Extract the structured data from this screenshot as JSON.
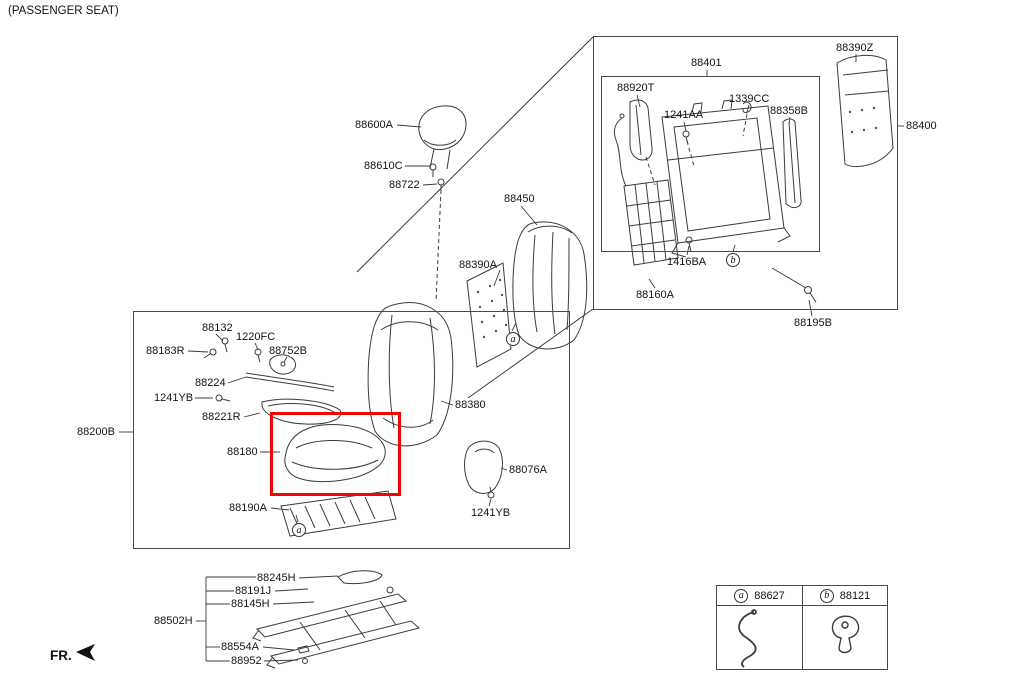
{
  "page": {
    "title": "(PASSENGER SEAT)",
    "fr": "FR."
  },
  "parts": {
    "p88600A": "88600A",
    "p88610C": "88610C",
    "p88722": "88722",
    "p88450": "88450",
    "p88390A": "88390A",
    "p88401": "88401",
    "p88920T": "88920T",
    "p1241AA": "1241AA",
    "p1339CC": "1339CC",
    "p88358B": "88358B",
    "p88390Z": "88390Z",
    "p88400": "88400",
    "p1416BA": "1416BA",
    "p88160A": "88160A",
    "p88195B": "88195B",
    "p88132": "88132",
    "p1220FC": "1220FC",
    "p88183R": "88183R",
    "p88752B": "88752B",
    "p88224": "88224",
    "p1241YB": "1241YB",
    "p88221R": "88221R",
    "p88200B": "88200B",
    "p88180": "88180",
    "p88380": "88380",
    "p88190A": "88190A",
    "p88076A": "88076A",
    "p88245H": "88245H",
    "p88191J": "88191J",
    "p88145H": "88145H",
    "p88502H": "88502H",
    "p88554A": "88554A",
    "p88952": "88952"
  },
  "markers": {
    "a": "a",
    "b": "b"
  },
  "legend": {
    "a_part": "88627",
    "b_part": "88121"
  },
  "colors": {
    "highlight": "#f00505",
    "line": "#3c3c3c"
  }
}
